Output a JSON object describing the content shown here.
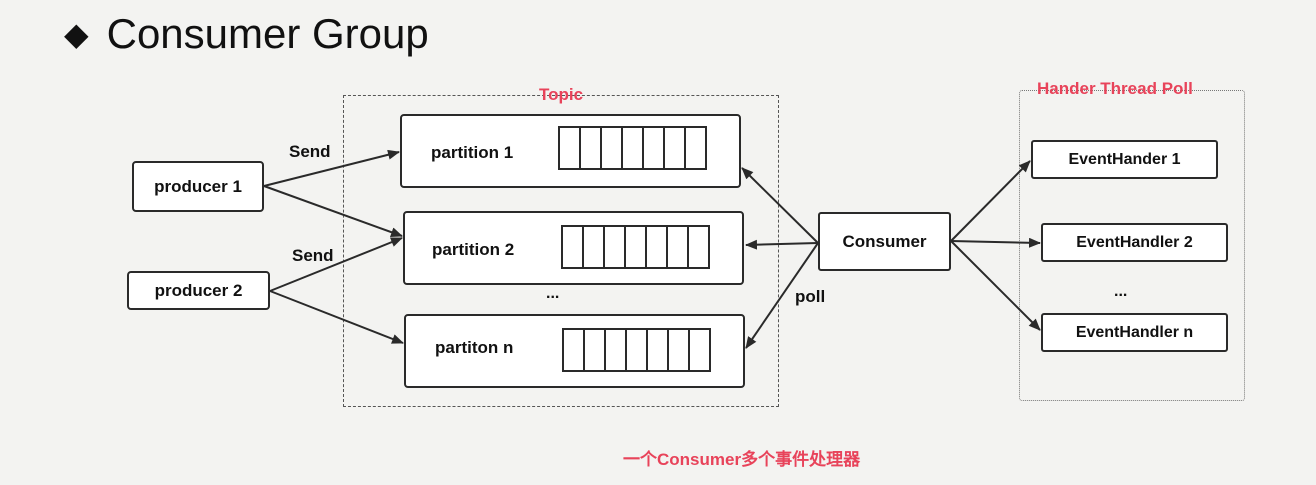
{
  "heading": {
    "bullet": "◆",
    "title": "Consumer Group"
  },
  "topic": {
    "label": "Topic",
    "partitions": [
      {
        "label": "partition 1"
      },
      {
        "label": "partition 2"
      },
      {
        "label": "partiton n"
      }
    ],
    "ellipsis": "..."
  },
  "producers": [
    {
      "label": "producer 1"
    },
    {
      "label": "producer 2"
    }
  ],
  "edges": {
    "send_1": "Send",
    "send_2": "Send",
    "poll": "poll"
  },
  "consumer": {
    "label": "Consumer"
  },
  "handler_pool": {
    "label": "Hander Thread Poll",
    "handlers": [
      {
        "label": "EventHander 1"
      },
      {
        "label": "EventHandler 2"
      },
      {
        "label": "EventHandler n"
      }
    ],
    "ellipsis": "..."
  },
  "caption": "一个Consumer多个事件处理器",
  "colors": {
    "accent_red": "#e8435a",
    "border": "#2a2a2a",
    "background": "#f3f3f1"
  }
}
